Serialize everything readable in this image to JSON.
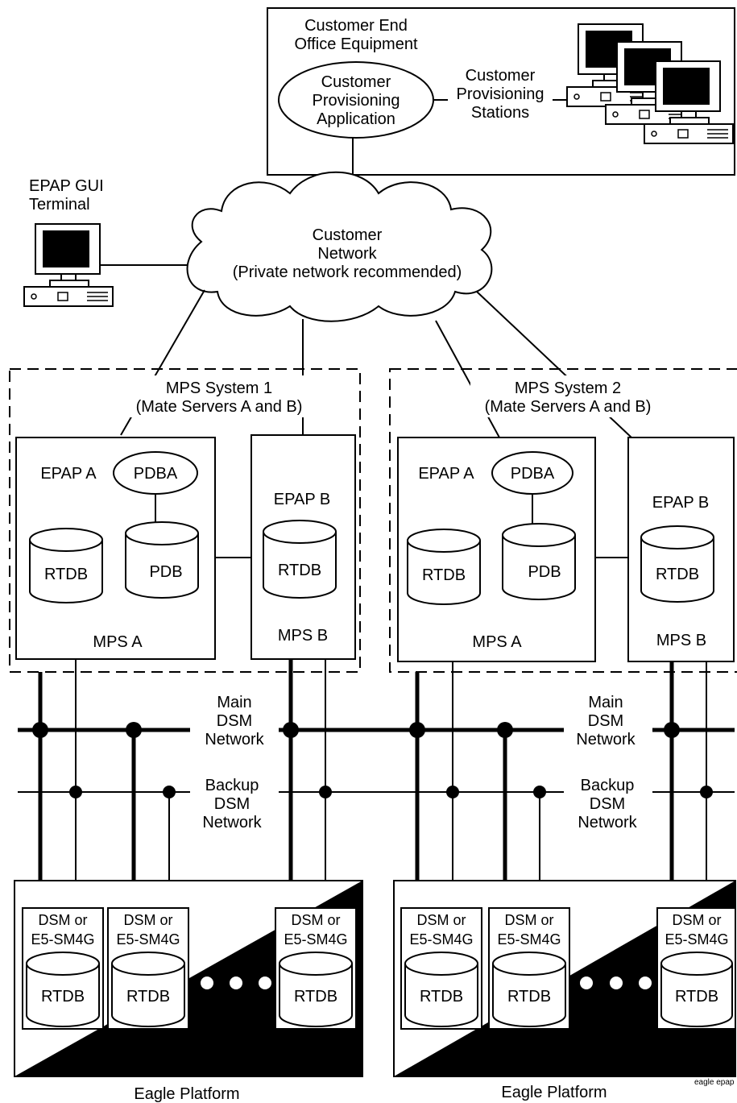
{
  "customer_end_office": {
    "title_line1": "Customer End",
    "title_line2": "Office Equipment",
    "app_line1": "Customer",
    "app_line2": "Provisioning",
    "app_line3": "Application",
    "stations_line1": "Customer",
    "stations_line2": "Provisioning",
    "stations_line3": "Stations"
  },
  "epap_gui": {
    "line1": "EPAP GUI",
    "line2": "Terminal"
  },
  "network": {
    "line1": "Customer",
    "line2": "Network",
    "line3": "(Private network recommended)"
  },
  "mps_systems": [
    {
      "title_line1": "MPS System 1",
      "title_line2": "(Mate Servers A and B)",
      "server_a": {
        "epap": "EPAP A",
        "pdba": "PDBA",
        "rtdb": "RTDB",
        "pdb": "PDB",
        "name": "MPS  A"
      },
      "server_b": {
        "epap": "EPAP B",
        "rtdb": "RTDB",
        "name": "MPS  B"
      }
    },
    {
      "title_line1": "MPS System 2",
      "title_line2": "(Mate Servers A and B)",
      "server_a": {
        "epap": "EPAP A",
        "pdba": "PDBA",
        "rtdb": "RTDB",
        "pdb": "PDB",
        "name": "MPS  A"
      },
      "server_b": {
        "epap": "EPAP B",
        "rtdb": "RTDB",
        "name": "MPS  B"
      }
    }
  ],
  "dsm_networks": {
    "main_line1": "Main",
    "main_line2": "DSM",
    "main_line3": "Network",
    "backup_line1": "Backup",
    "backup_line2": "DSM",
    "backup_line3": "Network"
  },
  "eagle_platforms": [
    {
      "label": "Eagle Platform",
      "cards": [
        {
          "line1": "DSM or",
          "line2": "E5-SM4G",
          "db": "RTDB"
        },
        {
          "line1": "DSM or",
          "line2": "E5-SM4G",
          "db": "RTDB"
        },
        {
          "line1": "DSM or",
          "line2": "E5-SM4G",
          "db": "RTDB"
        }
      ]
    },
    {
      "label": "Eagle Platform",
      "cards": [
        {
          "line1": "DSM or",
          "line2": "E5-SM4G",
          "db": "RTDB"
        },
        {
          "line1": "DSM or",
          "line2": "E5-SM4G",
          "db": "RTDB"
        },
        {
          "line1": "DSM or",
          "line2": "E5-SM4G",
          "db": "RTDB"
        }
      ]
    }
  ],
  "corner_tag": "eagle epap"
}
